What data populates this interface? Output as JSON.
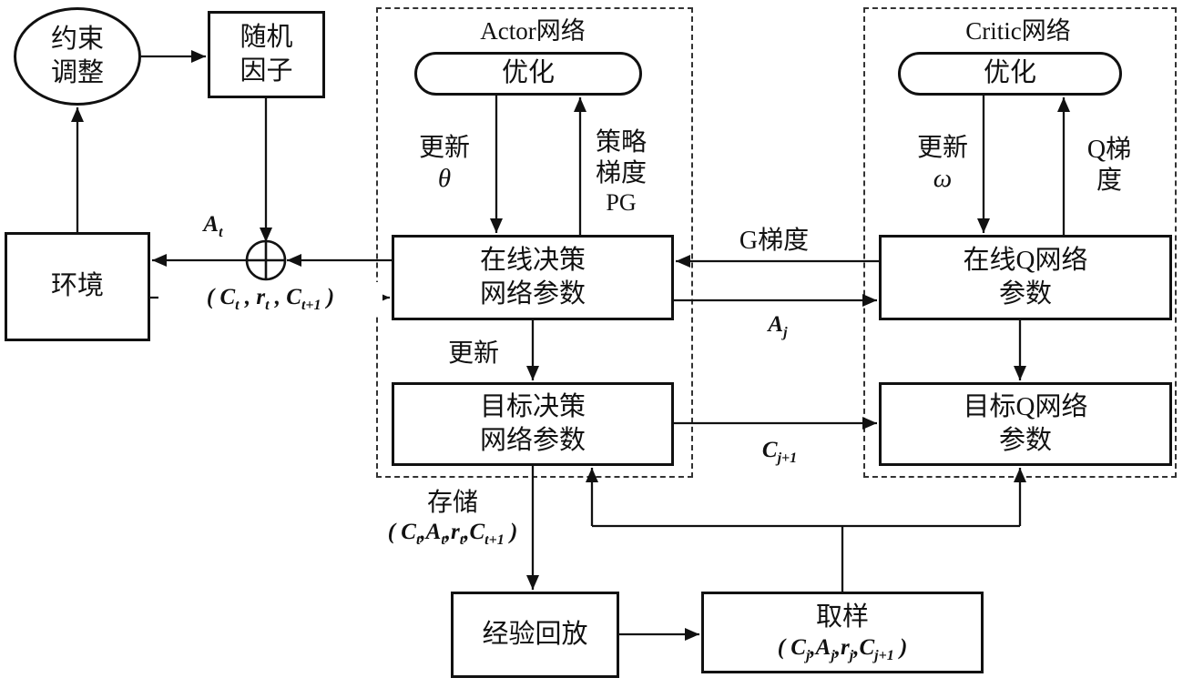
{
  "figure": {
    "background": "#ffffff",
    "line_color": "#111111"
  },
  "nodes": {
    "constraint": "约束\n调整",
    "random_factor": "随机\n因子",
    "environment": "环境",
    "actor_group_title": "Actor网络",
    "critic_group_title": "Critic网络",
    "actor_optimize": "优化",
    "critic_optimize": "优化",
    "online_policy": "在线决策\n网络参数",
    "target_policy": "目标决策\n网络参数",
    "online_q": "在线Q网络\n参数",
    "target_q": "目标Q网络\n参数",
    "replay": "经验回放",
    "sample_title": "取样"
  },
  "edge_labels": {
    "update_theta": {
      "cn": "更新",
      "sym": "θ"
    },
    "policy_gradient": {
      "cn": "策略\n梯度",
      "en": "PG"
    },
    "update_omega": {
      "cn": "更新",
      "sym": "ω"
    },
    "q_gradient": "Q梯\n度",
    "g_gradient": "G梯度",
    "update_target": "更新",
    "store": "存储"
  },
  "math": {
    "a_t": {
      "base": "A",
      "sub": "t"
    },
    "a_j": {
      "base": "A",
      "sub": "j"
    },
    "c_next_j": {
      "base": "C",
      "sub": "j+1"
    },
    "state_tuple": {
      "p1": "( C",
      "s1": "t",
      "p2": " , r",
      "s2": "t",
      "p3": " , C",
      "s3": "t+1",
      "p4": " )"
    },
    "store_tuple": {
      "p1": "( C",
      "s1": "t",
      "p2": ",A",
      "s2": "t",
      "p3": ",r",
      "s3": "t",
      "p4": ",C",
      "s4": "t+1",
      "p5": " )"
    },
    "sample_tuple": {
      "p1": "( C",
      "s1": "j",
      "p2": ",A",
      "s2": "j",
      "p3": ",r",
      "s3": "j",
      "p4": ",C",
      "s4": "j+1",
      "p5": " )"
    }
  }
}
